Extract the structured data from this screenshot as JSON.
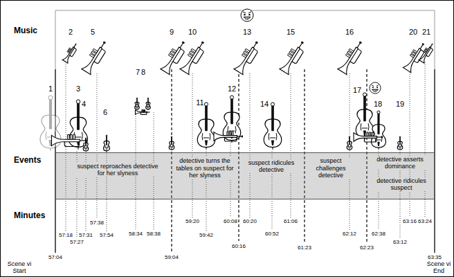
{
  "diagram": {
    "nodes": [
      {
        "text": [
          "suspect reproaches detective for her slyness",
          "detective turns the tables on suspect for her slyness",
          "suspect ridicules detective",
          "suspect challenges detective",
          "detective asserts dominance",
          "detective ridicules suspect"
        ]
      }
    ],
    "labels": [
      "Music",
      "Events",
      "Minutes",
      "1",
      "2",
      "3",
      "4",
      "5",
      "6",
      "7",
      "8",
      "9",
      "10",
      "11",
      "12",
      "13",
      "14",
      "15",
      "16",
      "17",
      "18",
      "19",
      "20",
      "21",
      "57:04",
      "57:18",
      "57:27",
      "57:31",
      "57:38",
      "57:54",
      "58:34",
      "58:38",
      "59:04",
      "59:20",
      "59:42",
      "60:08",
      "60:16",
      "60:20",
      "60:52",
      "61:06",
      "61:23",
      "62:12",
      "62:23",
      "62:38",
      "63:12",
      "63:16",
      "63:24",
      "63:35",
      "Scene vi Start",
      "Scene vi End"
    ]
  }
}
